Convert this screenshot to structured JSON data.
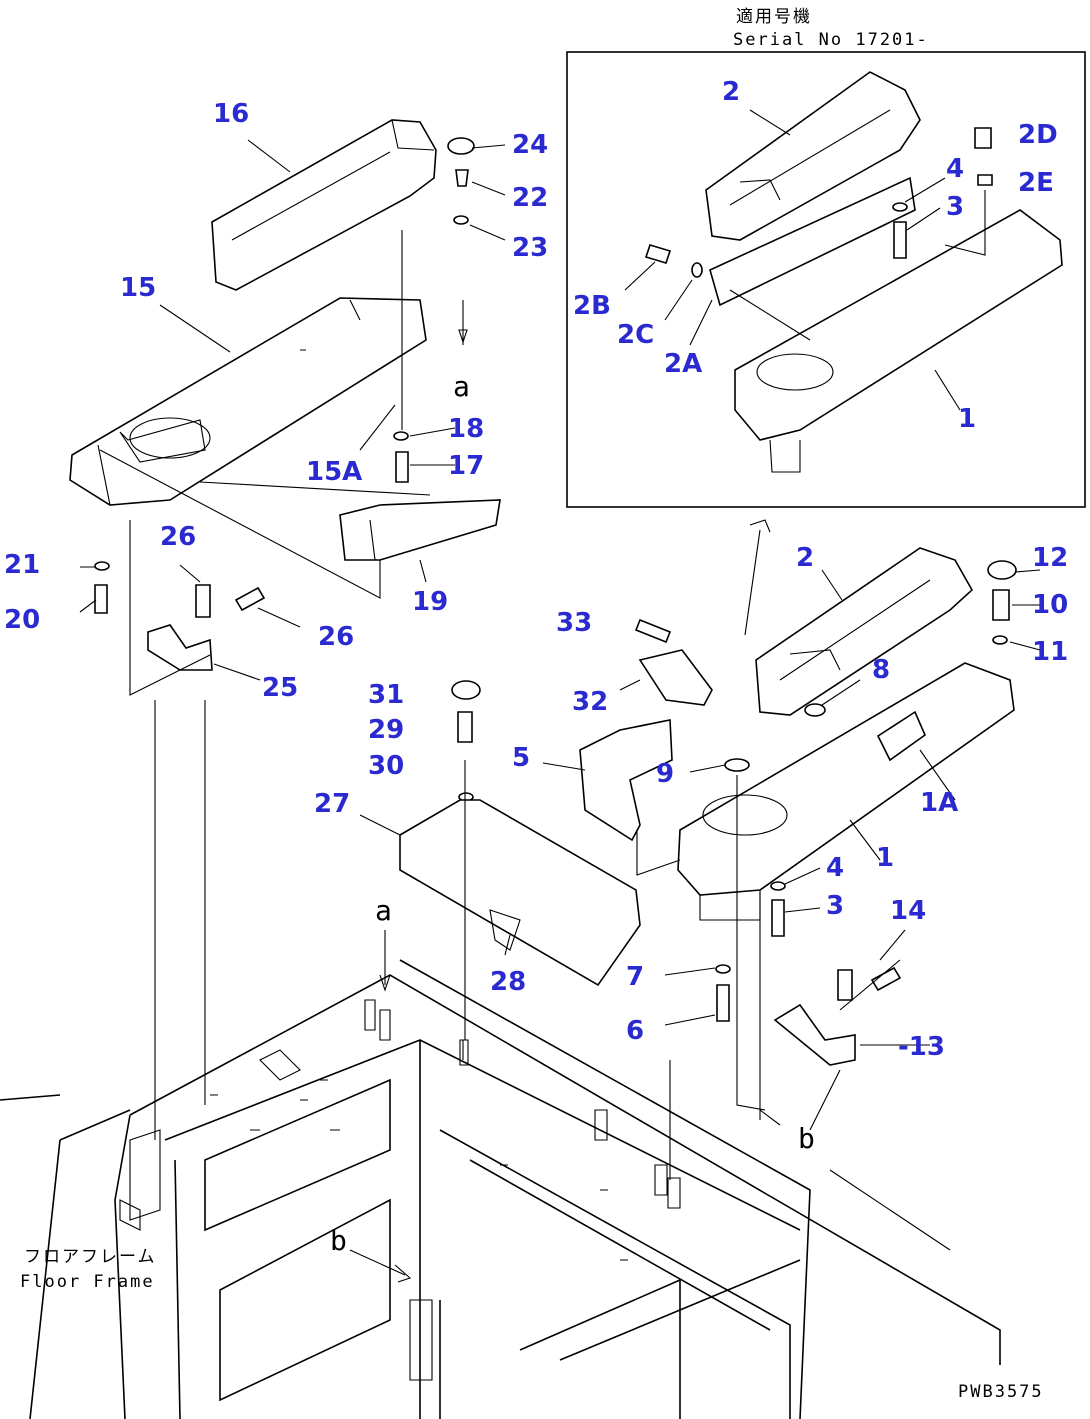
{
  "header": {
    "serial_jp": "適用号機",
    "serial_en": "Serial No 17201-"
  },
  "floor_frame": {
    "jp": "フロアフレーム",
    "en": "Floor Frame"
  },
  "drawing_code": "PWB3575",
  "flow_markers": {
    "a": "a",
    "b": "b"
  },
  "callouts": {
    "p16": "16",
    "p15": "15",
    "p24": "24",
    "p22": "22",
    "p23": "23",
    "p18": "18",
    "p17": "17",
    "p15A": "15A",
    "p19": "19",
    "p21": "21",
    "p20": "20",
    "p26a": "26",
    "p26b": "26",
    "p25": "25",
    "i2": "2",
    "i4": "4",
    "i3": "3",
    "i2D": "2D",
    "i2E": "2E",
    "i2B": "2B",
    "i2C": "2C",
    "i2A": "2A",
    "i1": "1",
    "m2": "2",
    "m12": "12",
    "m10": "10",
    "m11": "11",
    "m33": "33",
    "m8": "8",
    "m32": "32",
    "m31": "31",
    "m29": "29",
    "m30": "30",
    "m5": "5",
    "m9": "9",
    "m1A": "1A",
    "m27": "27",
    "m1": "1",
    "m4": "4",
    "m3": "3",
    "m14": "14",
    "m7": "7",
    "m28": "28",
    "m6": "6",
    "m13": "-13"
  }
}
